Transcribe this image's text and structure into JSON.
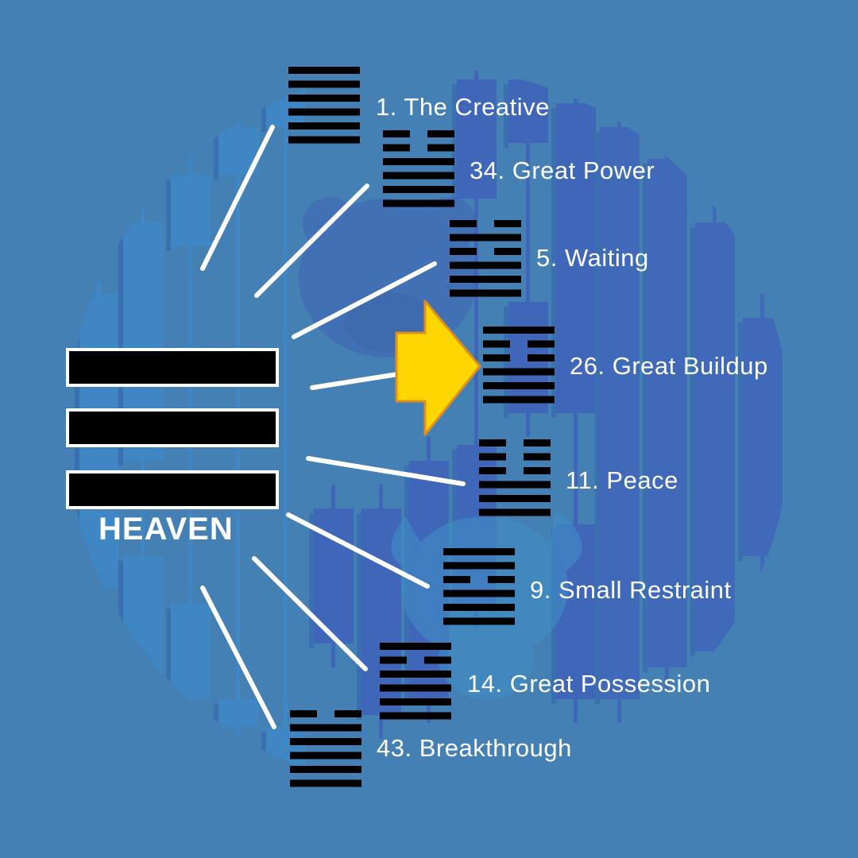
{
  "trigram": {
    "name": "HEAVEN",
    "lines": [
      "solid",
      "solid",
      "solid"
    ]
  },
  "highlight_index": 3,
  "colors": {
    "background": "#4580B5",
    "arrow_fill": "#FFD600",
    "arrow_stroke": "#E0901A",
    "line": "#ffffff",
    "hexagram_bar": "#000000"
  },
  "hexagrams": [
    {
      "number": 1,
      "label": "1. The Creative",
      "lines": [
        1,
        1,
        1,
        1,
        1,
        1
      ]
    },
    {
      "number": 34,
      "label": "34. Great Power",
      "lines": [
        0,
        0,
        1,
        1,
        1,
        1
      ]
    },
    {
      "number": 5,
      "label": "5. Waiting",
      "lines": [
        0,
        1,
        0,
        1,
        1,
        1
      ]
    },
    {
      "number": 26,
      "label": "26. Great Buildup",
      "lines": [
        1,
        0,
        0,
        1,
        1,
        1
      ]
    },
    {
      "number": 11,
      "label": "11. Peace",
      "lines": [
        0,
        0,
        0,
        1,
        1,
        1
      ]
    },
    {
      "number": 9,
      "label": "9. Small Restraint",
      "lines": [
        1,
        1,
        0,
        1,
        1,
        1
      ]
    },
    {
      "number": 14,
      "label": "14. Great Possession",
      "lines": [
        1,
        0,
        1,
        1,
        1,
        1
      ]
    },
    {
      "number": 43,
      "label": "43. Breakthrough",
      "lines": [
        0,
        1,
        1,
        1,
        1,
        1
      ]
    }
  ]
}
